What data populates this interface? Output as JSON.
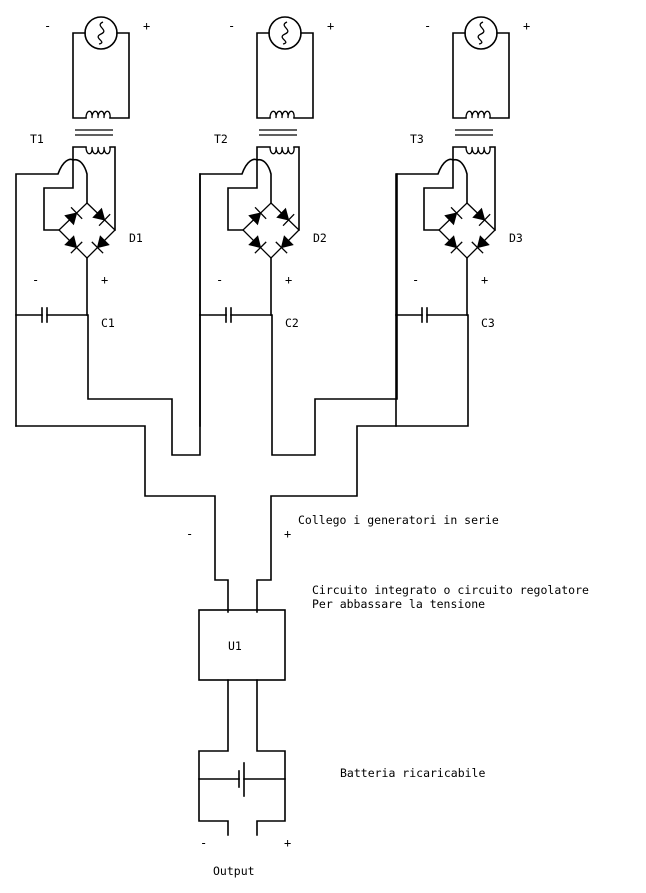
{
  "diagram": {
    "type": "circuit-schematic",
    "stages": [
      {
        "source": {
          "name": "AC generator",
          "minus_label": "-",
          "plus_label": "+"
        },
        "transformer_label": "T1",
        "bridge_label": "D1",
        "capacitor_label": "C1",
        "minus_label": "-",
        "plus_label": "+"
      },
      {
        "source": {
          "name": "AC generator",
          "minus_label": "-",
          "plus_label": "+"
        },
        "transformer_label": "T2",
        "bridge_label": "D2",
        "capacitor_label": "C2",
        "minus_label": "-",
        "plus_label": "+"
      },
      {
        "source": {
          "name": "AC generator",
          "minus_label": "-",
          "plus_label": "+"
        },
        "transformer_label": "T3",
        "bridge_label": "D3",
        "capacitor_label": "C3",
        "minus_label": "-",
        "plus_label": "+"
      }
    ],
    "series": {
      "note": "Collego i generatori in serie",
      "minus_label": "-",
      "plus_label": "+"
    },
    "regulator": {
      "label": "U1",
      "note_line1": "Circuito integrato o circuito regolatore",
      "note_line2": "Per abbassare la tensione"
    },
    "battery": {
      "note": "Batteria ricaricabile"
    },
    "output": {
      "label": "Output",
      "minus_label": "-",
      "plus_label": "+"
    }
  }
}
